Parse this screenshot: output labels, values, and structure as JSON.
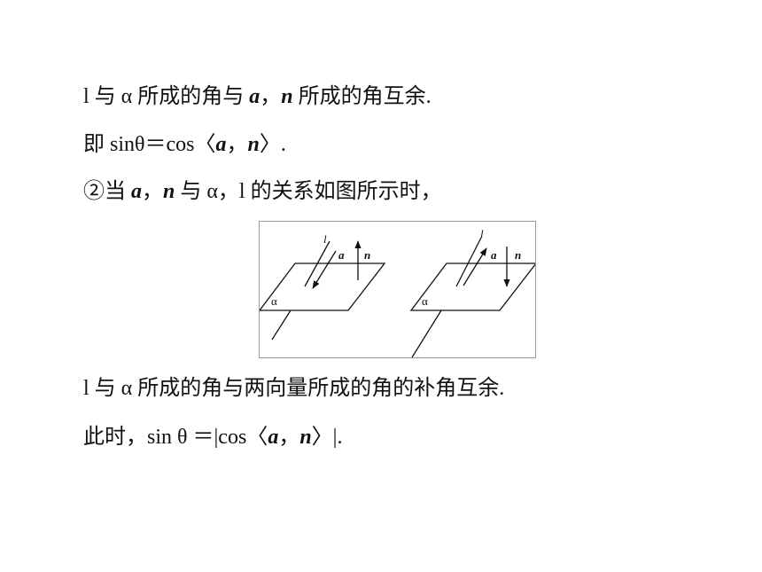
{
  "line1": {
    "part1": "l 与 α 所成的角与 ",
    "a": "a",
    "sep": "，",
    "n": "n",
    "part2": " 所成的角互余."
  },
  "line2": {
    "part1": "即 sinθ＝cos〈",
    "a": "a",
    "sep": "，",
    "n": "n",
    "part2": "〉."
  },
  "line3": {
    "part1": "②当 ",
    "a": "a",
    "sep": "，",
    "n": "n",
    "part2": " 与 α，l 的关系如图所示时，"
  },
  "line4": {
    "text": "l 与 α 所成的角与两向量所成的角的补角互余."
  },
  "line5": {
    "part1": "此时，sin θ ＝|cos〈",
    "a": "a",
    "sep": "，",
    "n": "n",
    "part2": "〉|."
  },
  "figure": {
    "left": {
      "plane_label": "α",
      "line_label": "l",
      "vec_a_label": "a",
      "vec_n_label": "n"
    },
    "right": {
      "plane_label": "α",
      "line_label": "l",
      "vec_a_label": "a",
      "vec_n_label": "n"
    }
  }
}
